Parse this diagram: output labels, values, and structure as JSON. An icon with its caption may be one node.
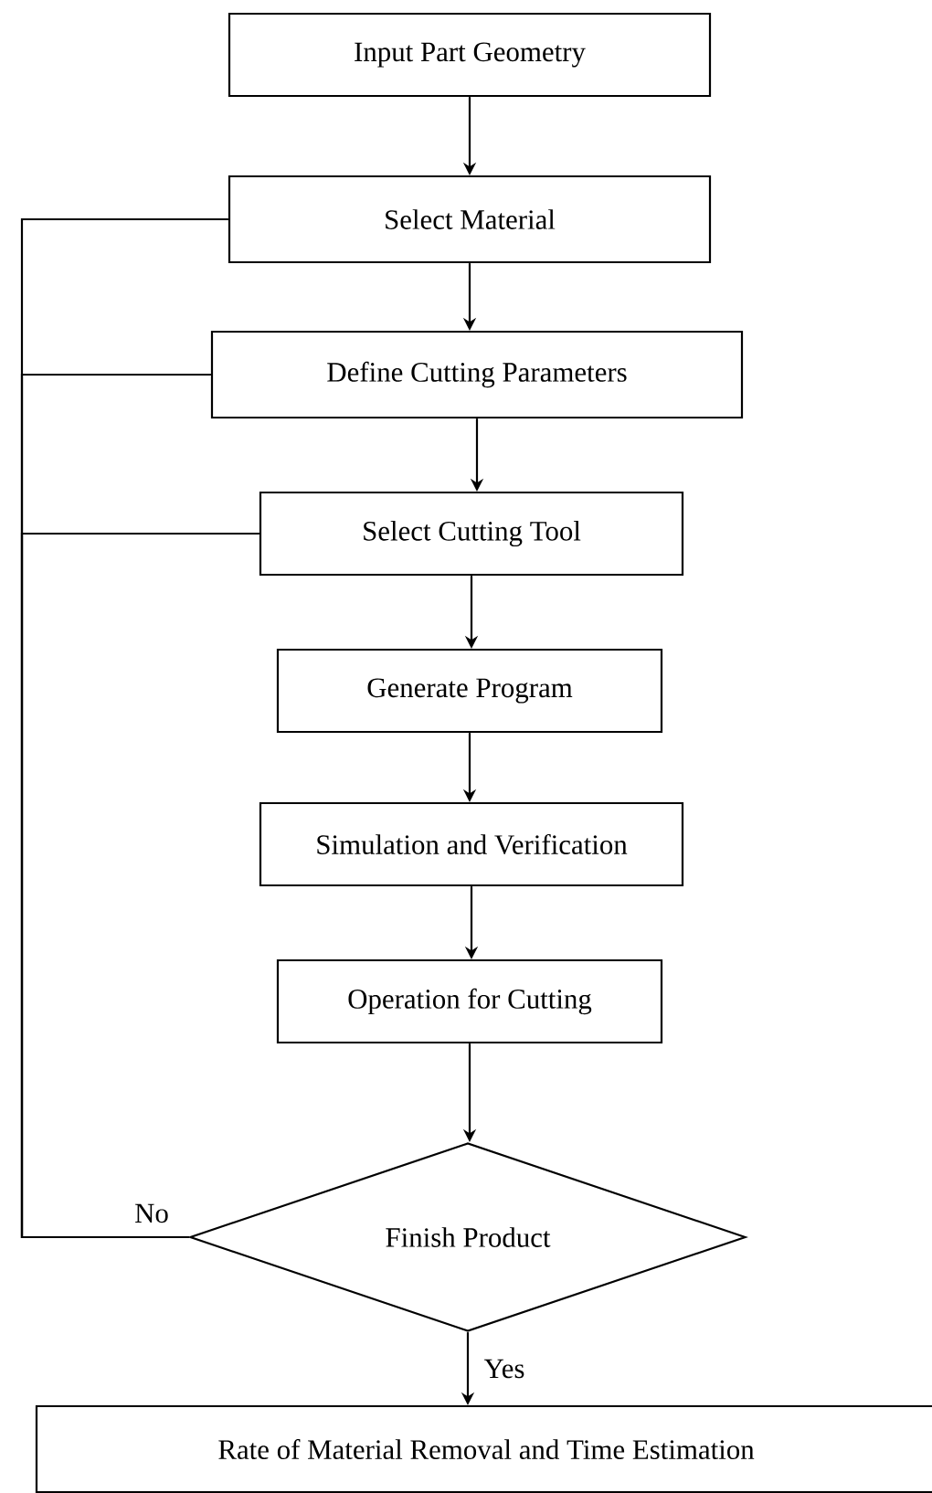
{
  "diagram": {
    "nodes": [
      {
        "text": [
          "Input Part Geometry"
        ]
      },
      {
        "text": [
          "Select Material"
        ]
      },
      {
        "text": [
          "Define Cutting Parameters"
        ]
      },
      {
        "text": [
          "Select Cutting Tool"
        ]
      },
      {
        "text": [
          "Generate Program"
        ]
      },
      {
        "text": [
          "Simulation and Verification"
        ]
      },
      {
        "text": [
          "Operation for Cutting"
        ]
      },
      {
        "text": [
          "Finish Product"
        ]
      },
      {
        "text": [
          "Rate of Material Removal and Time Estimation"
        ]
      }
    ],
    "edges": [
      {
        "from": 0,
        "to": 1,
        "arrow": "to"
      },
      {
        "from": 1,
        "to": 2,
        "arrow": "to"
      },
      {
        "from": 2,
        "to": 3,
        "arrow": "to"
      },
      {
        "from": 3,
        "to": 4,
        "arrow": "to"
      },
      {
        "from": 4,
        "to": 5,
        "arrow": "to"
      },
      {
        "from": 5,
        "to": 6,
        "arrow": "to"
      },
      {
        "from": 6,
        "to": 7,
        "arrow": "to"
      },
      {
        "from": 7,
        "to": 8,
        "arrow": "to",
        "label": "Yes"
      },
      {
        "from": 7,
        "to": 1,
        "arrow": "none",
        "label": "No"
      },
      {
        "from": 7,
        "to": 2,
        "arrow": "none"
      },
      {
        "from": 7,
        "to": 3,
        "arrow": "none"
      }
    ]
  }
}
